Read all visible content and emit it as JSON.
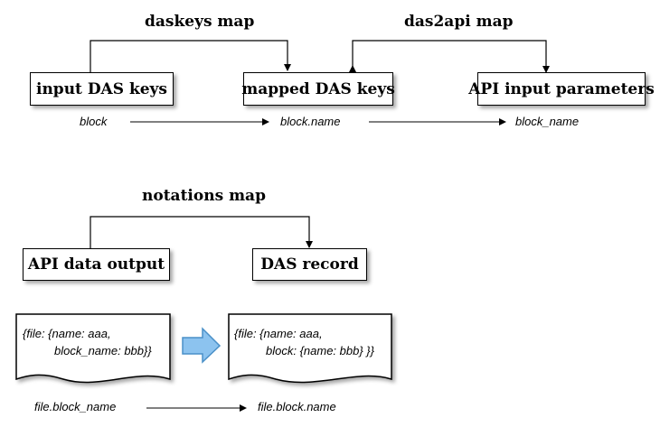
{
  "titles": {
    "daskeys": "daskeys map",
    "das2api": "das2api map",
    "notations": "notations map"
  },
  "boxes": {
    "input_das_keys": "input DAS keys",
    "mapped_das_keys": "mapped DAS keys",
    "api_input_parameters": "API input parameters",
    "api_data_output": "API data output",
    "das_record": "DAS record"
  },
  "labels": {
    "block": "block",
    "block_dot_name": "block.name",
    "block_underscore_name": "block_name",
    "file_block_name_api": "file.block_name",
    "file_block_name_das": "file.block.name"
  },
  "documents": {
    "api_doc_line1": "{file: {name: aaa,",
    "api_doc_line2": "block_name: bbb}}",
    "das_doc_line1": "{file: {name: aaa,",
    "das_doc_line2": "block: {name: bbb} }}"
  },
  "colors": {
    "transform_arrow_fill": "#8cc3ef",
    "transform_arrow_stroke": "#4a90c8"
  },
  "icons": {
    "transform_arrow": "right-block-arrow-icon"
  }
}
